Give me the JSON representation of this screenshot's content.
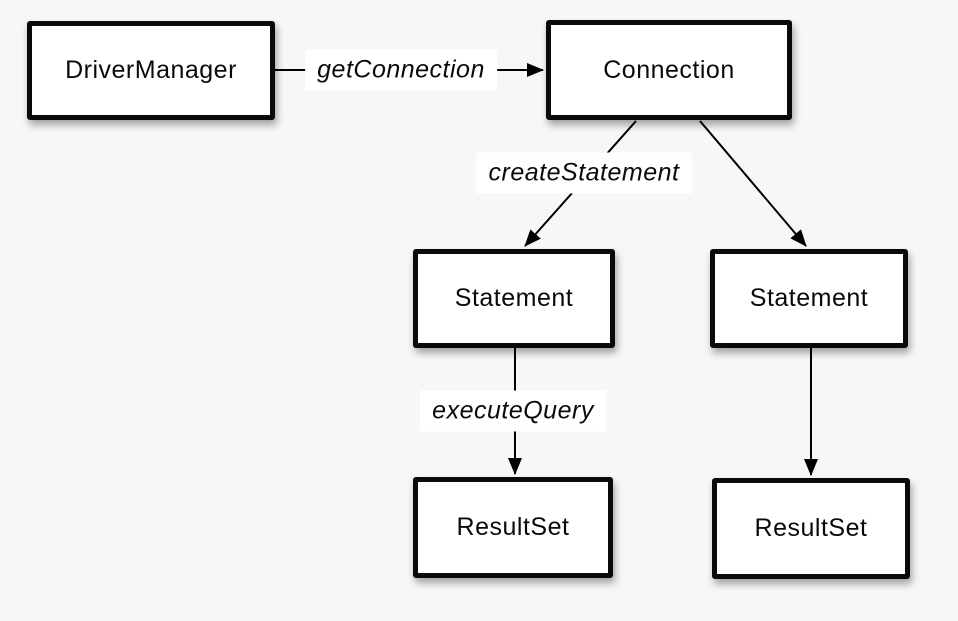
{
  "colors": {
    "background": "#f7f7f7",
    "node_fill": "#ffffff",
    "node_border": "#0a0a0a",
    "edge_line": "#000000",
    "label_background": "#ffffff"
  },
  "diagram": {
    "nodes": [
      {
        "id": "driver-manager",
        "label": "DriverManager"
      },
      {
        "id": "connection",
        "label": "Connection"
      },
      {
        "id": "statement-left",
        "label": "Statement"
      },
      {
        "id": "statement-right",
        "label": "Statement"
      },
      {
        "id": "resultset-left",
        "label": "ResultSet"
      },
      {
        "id": "resultset-right",
        "label": "ResultSet"
      }
    ],
    "edges": [
      {
        "from": "driver-manager",
        "to": "connection",
        "label": "getConnection"
      },
      {
        "from": "connection",
        "to": "statement-left",
        "label": "createStatement"
      },
      {
        "from": "connection",
        "to": "statement-right",
        "label": ""
      },
      {
        "from": "statement-left",
        "to": "resultset-left",
        "label": "executeQuery"
      },
      {
        "from": "statement-right",
        "to": "resultset-right",
        "label": ""
      }
    ]
  }
}
